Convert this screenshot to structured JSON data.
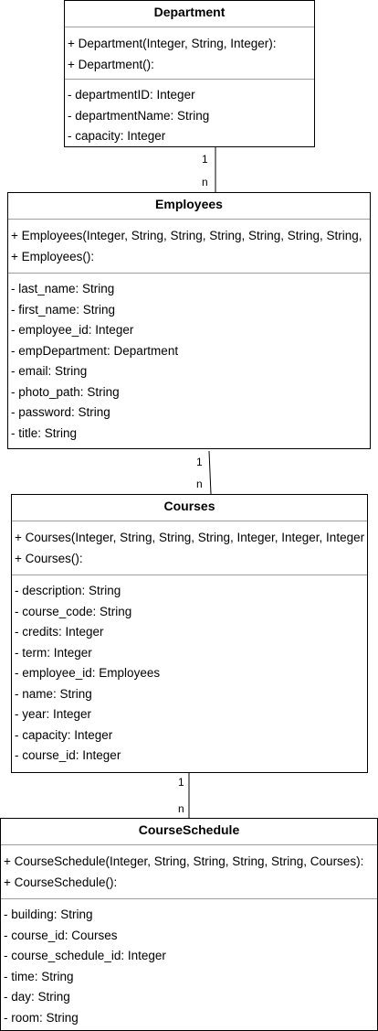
{
  "classes": {
    "department": {
      "name": "Department",
      "operations": [
        "+ Department(Integer, String, Integer):",
        "+ Department():"
      ],
      "attributes": [
        "- departmentID: Integer",
        "- departmentName: String",
        "- capacity: Integer"
      ]
    },
    "employees": {
      "name": "Employees",
      "operations": [
        "+ Employees(Integer, String, String, String, String, String, String,",
        "+ Employees():"
      ],
      "attributes": [
        "- last_name: String",
        "- first_name: String",
        "- employee_id: Integer",
        "- empDepartment: Department",
        "- email: String",
        "- photo_path: String",
        "- password: String",
        "- title: String"
      ]
    },
    "courses": {
      "name": "Courses",
      "operations": [
        "+ Courses(Integer, String, String, String, Integer, Integer, Integer",
        "+ Courses():"
      ],
      "attributes": [
        "- description: String",
        "- course_code: String",
        "- credits: Integer",
        "- term: Integer",
        "- employee_id: Employees",
        "- name: String",
        "- year: Integer",
        "- capacity: Integer",
        "- course_id: Integer"
      ]
    },
    "courseschedule": {
      "name": "CourseSchedule",
      "operations": [
        "+ CourseSchedule(Integer, String, String, String, String, Courses):",
        "+ CourseSchedule():"
      ],
      "attributes": [
        "- building: String",
        "- course_id: Courses",
        "- course_schedule_id: Integer",
        "- time: String",
        "- day: String",
        "- room: String"
      ]
    }
  },
  "relations": [
    {
      "one": "1",
      "many": "n"
    },
    {
      "one": "1",
      "many": "n"
    },
    {
      "one": "1",
      "many": "n"
    }
  ]
}
